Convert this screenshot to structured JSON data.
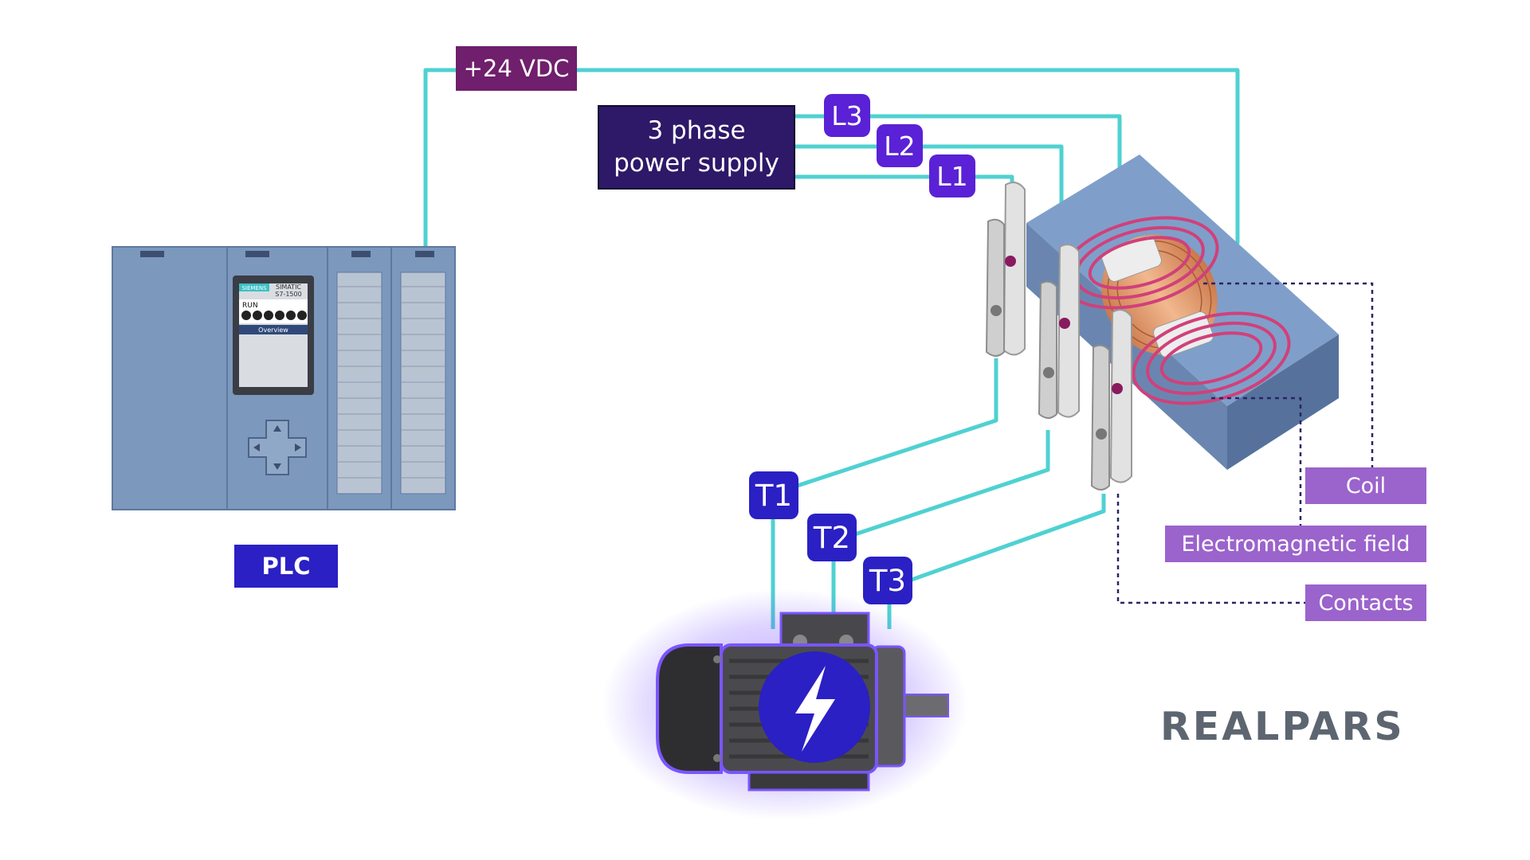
{
  "labels": {
    "vdc": "+24 VDC",
    "supply_line1": "3 phase",
    "supply_line2": "power supply",
    "l3": "L3",
    "l2": "L2",
    "l1": "L1",
    "t1": "T1",
    "t2": "T2",
    "t3": "T3",
    "plc": "PLC",
    "coil": "Coil",
    "field": "Electromagnetic field",
    "contacts": "Contacts"
  },
  "plc_display": {
    "brand": "SIEMENS",
    "model_line1": "SIMATIC",
    "model_line2": "S7-1500",
    "status": "RUN",
    "screen_title": "Overview"
  },
  "logo": "REALPARS",
  "colors": {
    "wire": "#4fd1d2",
    "vdc_tag": "#6f1f6b",
    "supply_tag": "#2e1868",
    "line_tags": "#5a21d6",
    "terminal_tags": "#2a20c4",
    "plc_tag": "#2a20c4",
    "legend_tags": "#9b63cc",
    "plc_body": "#7c98bd",
    "contactor_body": "#6f8fbc",
    "coil_copper": "#e8a070",
    "field_lines": "#d1407a",
    "motor_glow": "#7a55ff",
    "logo": "#5d6670"
  },
  "icons": [
    "lightning-bolt-icon",
    "dpad-icon"
  ]
}
